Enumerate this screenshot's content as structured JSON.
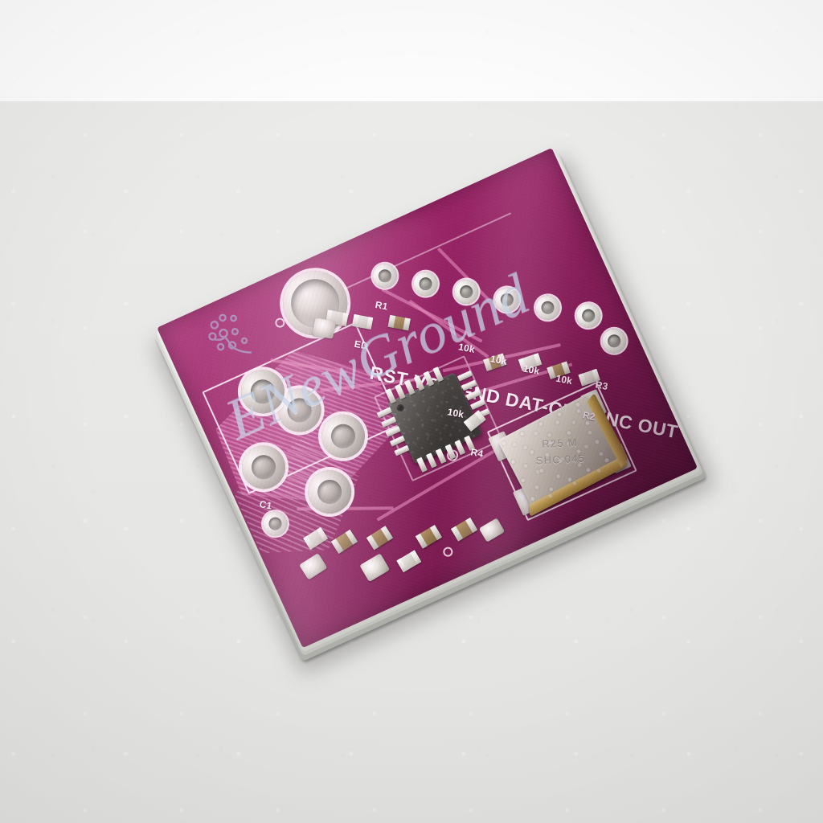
{
  "scene": {
    "subject": "purple PCB breakout module, angled top view on light gray studio backdrop",
    "background_top_color": "#fdfdfd",
    "background_bottom_color": "#e7e7e5",
    "board_rotation_deg": -24.5
  },
  "board": {
    "soldermask_color": "#9c2468",
    "soldermask_dark": "#6d1647",
    "silkscreen_color": "#fdf3f9",
    "substrate_edge_color": "#cdcdc9",
    "copper_pour_color": "#b64187"
  },
  "header": {
    "name": "7-pin breakout header",
    "pin_count": 7,
    "pin_labels": [
      "RST",
      "VCC",
      "GND",
      "DAT",
      "CLK",
      "FNC",
      "OUT"
    ],
    "label_string": "RST VCC GND DAT-CLK-FNC OUT"
  },
  "silkscreen": {
    "designators": [
      "ED",
      "R1",
      "10k",
      "10k",
      "10k",
      "10k",
      "10k",
      "R3",
      "R2",
      "C1",
      "R4"
    ],
    "resistor_value": "10k",
    "near_header_label": "10k"
  },
  "components": {
    "ic": {
      "name": "main-ic",
      "package": "QFN / TSSOP",
      "marking": ""
    },
    "crystal": {
      "name": "saw-resonator",
      "marking_line1": "R25 M",
      "marking_line2": "SHC 045",
      "body_color": "#d6d2c4",
      "lead_color": "#c9a850"
    },
    "mounting_hole": {
      "name": "mounting-hole",
      "count": 1
    },
    "antenna_pads": {
      "name": "antenna-coil-pads",
      "count": 6
    },
    "smd_count": 16
  },
  "watermark": {
    "text": "ENewGround",
    "color": "#b0c6e2",
    "logo_name": "dandelion-logo"
  }
}
